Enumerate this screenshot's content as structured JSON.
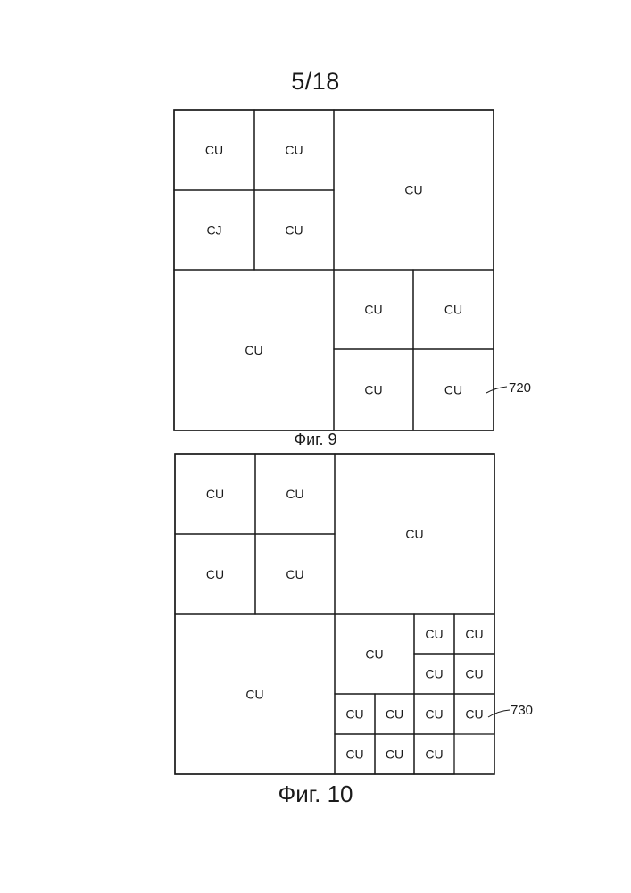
{
  "page_number": "5/18",
  "figures": [
    {
      "id": "fig9",
      "caption": "Фиг. 9",
      "reference": "720",
      "cells": [
        "CU",
        "CU",
        "CJ",
        "CU",
        "CU",
        "CU",
        "CU",
        "CU",
        "CU",
        "CU"
      ]
    },
    {
      "id": "fig10",
      "caption": "Фиг. 10",
      "reference": "730",
      "cells": [
        "CU",
        "CU",
        "CU",
        "CU",
        "CU",
        "CU",
        "CU",
        "CU",
        "CU",
        "CU",
        "CU",
        "CU",
        "CU",
        "CU",
        "CU",
        "CU",
        "CU",
        "CU"
      ]
    }
  ]
}
